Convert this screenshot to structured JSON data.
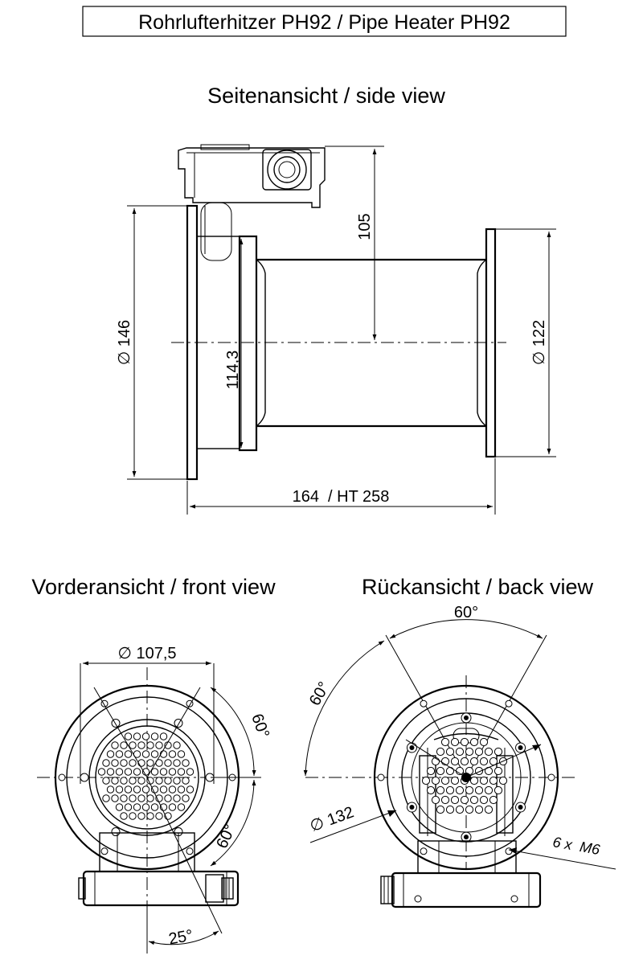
{
  "title": "Rohrlufterhitzer PH92 / Pipe Heater PH92",
  "views": {
    "side": {
      "label": "Seitenansicht / side view"
    },
    "front": {
      "label": "Vorderansicht / front view"
    },
    "back": {
      "label": "Rückansicht / back view"
    }
  },
  "dimensions": {
    "height_top": "105",
    "diameter_left": "∅ 146",
    "diameter_inner": "114,3",
    "diameter_right": "∅ 122",
    "length": "164  / HT 258",
    "front_diameter": "∅ 107,5",
    "front_angle_upper": "60°",
    "front_angle_lower": "60°",
    "front_angle_bottom": "25°",
    "back_angle_top": "60°",
    "back_angle_left": "60°",
    "back_diameter": "∅ 132",
    "back_screws": "6 x  M6"
  },
  "icons": [
    "dimension-arrow-icon",
    "screw-hole-icon",
    "center-dot-icon"
  ]
}
